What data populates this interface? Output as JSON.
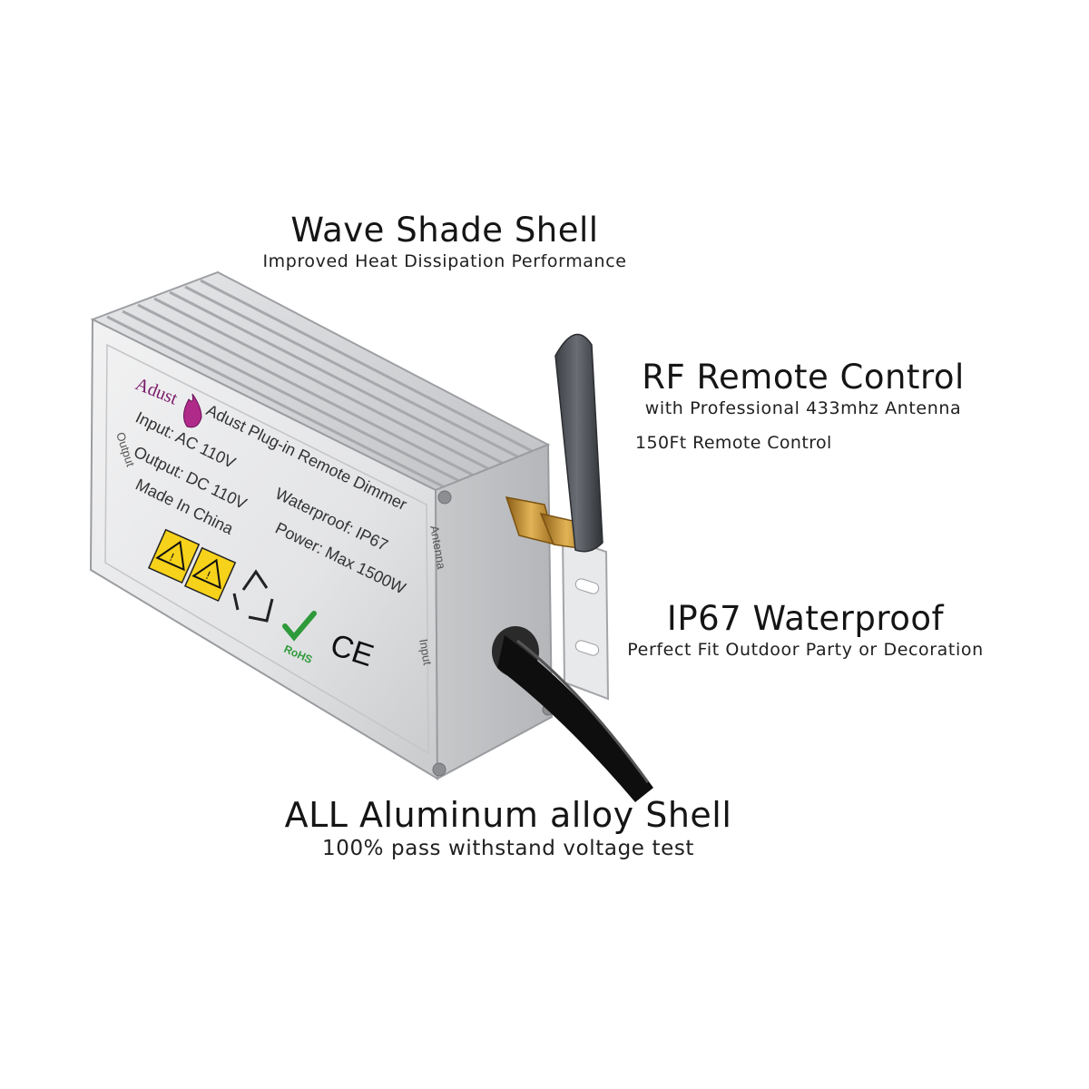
{
  "callouts": {
    "wave_shade": {
      "title": "Wave Shade Shell",
      "subtitle": "Improved Heat Dissipation Performance"
    },
    "rf_remote": {
      "title": "RF Remote Control",
      "subtitle": "with Professional 433mhz Antenna",
      "extra": "150Ft Remote Control"
    },
    "ip67": {
      "title": "IP67 Waterproof",
      "subtitle": "Perfect Fit Outdoor Party or Decoration"
    },
    "aluminum": {
      "title": "ALL Aluminum alloy Shell",
      "subtitle": "100% pass withstand voltage test"
    }
  },
  "device": {
    "brand": "Adust",
    "product_name": "Adust Plug-in Remote Dimmer",
    "input": "Input: AC 110V",
    "output": "Output: DC 110V",
    "origin": "Made In China",
    "waterproof": "Waterproof: IP67",
    "power": "Power: Max 1500W",
    "side_label_output": "Output",
    "side_label_antenna": "Antenna",
    "side_label_input": "Input",
    "rohs": "RoHS",
    "ce": "CE",
    "colors": {
      "shell": "#d9dadc",
      "shell_shadow": "#a9abae",
      "antenna": "#4a4d52",
      "cable": "#111111",
      "connector": "#c08a2e"
    }
  }
}
